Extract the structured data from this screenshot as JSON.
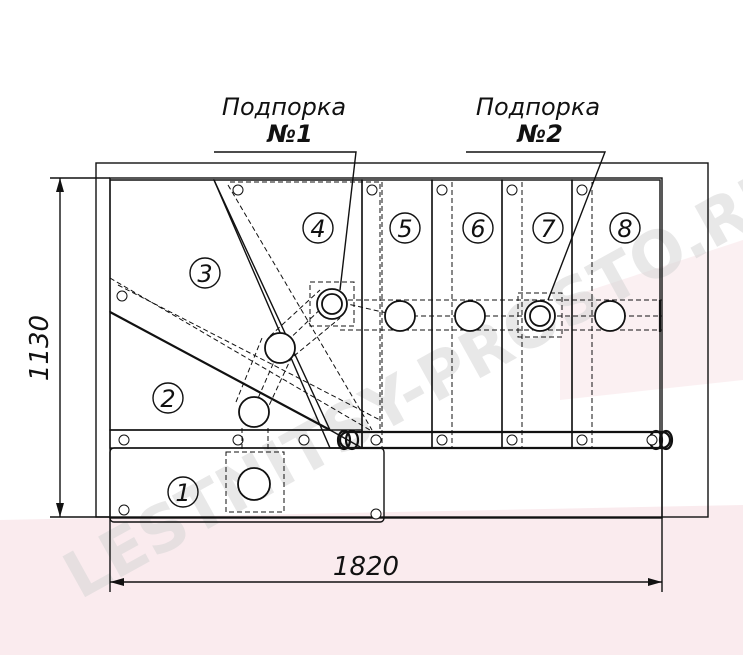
{
  "watermark": "LESTNITSY-PROSTO.RU",
  "support1": {
    "line1": "Подпорка",
    "line2": "№1"
  },
  "support2": {
    "line1": "Подпорка",
    "line2": "№2"
  },
  "dimensions": {
    "height": "1130",
    "width": "1820"
  },
  "steps": [
    "1",
    "2",
    "3",
    "4",
    "5",
    "6",
    "7",
    "8"
  ],
  "colors": {
    "line": "#111111",
    "watermark": "#d6d6d6",
    "tint": "#f6dde3"
  }
}
